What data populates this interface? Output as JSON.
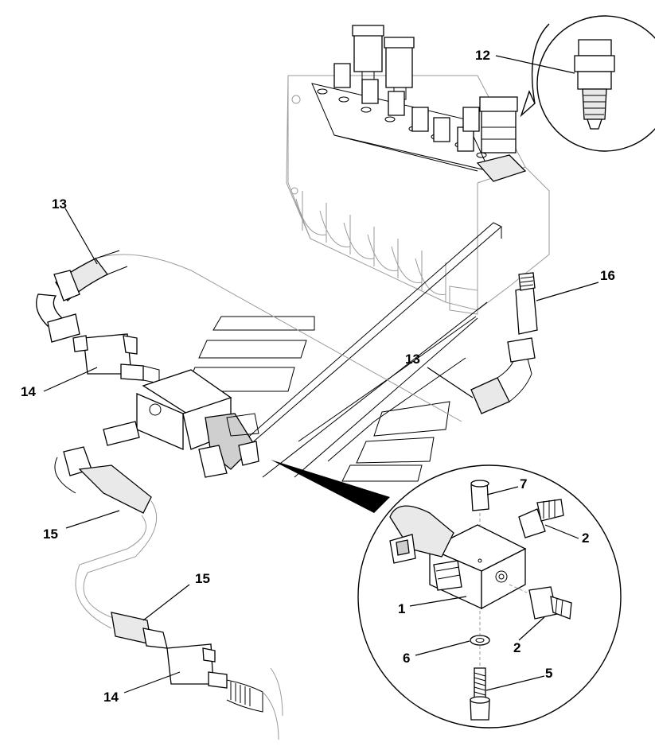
{
  "callouts": [
    {
      "id": "12",
      "text": "12"
    },
    {
      "id": "13a",
      "text": "13"
    },
    {
      "id": "13b",
      "text": "13"
    },
    {
      "id": "16",
      "text": "16"
    },
    {
      "id": "14a",
      "text": "14"
    },
    {
      "id": "14b",
      "text": "14"
    },
    {
      "id": "15a",
      "text": "15"
    },
    {
      "id": "15b",
      "text": "15"
    },
    {
      "id": "7",
      "text": "7"
    },
    {
      "id": "2a",
      "text": "2"
    },
    {
      "id": "2b",
      "text": "2"
    },
    {
      "id": "1",
      "text": "1"
    },
    {
      "id": "6",
      "text": "6"
    },
    {
      "id": "5",
      "text": "5"
    }
  ]
}
